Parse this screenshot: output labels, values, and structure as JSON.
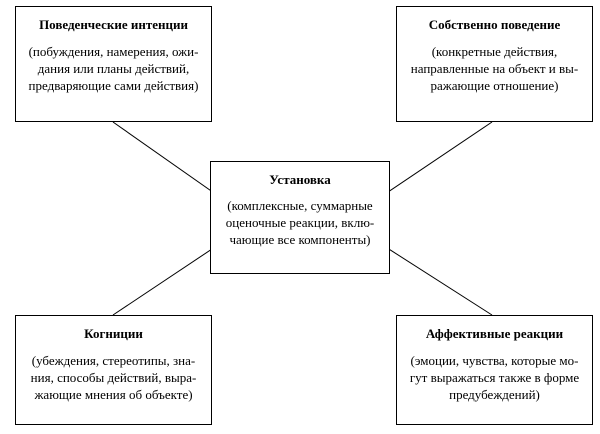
{
  "diagram": {
    "center": {
      "title": "Установка",
      "desc_lines": [
        "(комплексные, суммарные",
        "оценочные реакции, вклю-",
        "чающие все компоненты)"
      ]
    },
    "top_left": {
      "title": "Поведенческие интенции",
      "desc_lines": [
        "(побуждения, намерения, ожи-",
        "дания или планы действий,",
        "предваряющие сами действия)"
      ]
    },
    "top_right": {
      "title": "Собственно поведение",
      "desc_lines": [
        "(конкретные действия,",
        "направленные на объект и вы-",
        "ражающие отношение)"
      ]
    },
    "bottom_left": {
      "title": "Когниции",
      "desc_lines": [
        "(убеждения, стереотипы, зна-",
        "ния, способы действий, выра-",
        "жающие мнения об объекте)"
      ]
    },
    "bottom_right": {
      "title": "Аффективные реакции",
      "desc_lines": [
        "(эмоции, чувства, которые мо-",
        "гут выражаться также в форме",
        "предубеждений)"
      ]
    }
  }
}
